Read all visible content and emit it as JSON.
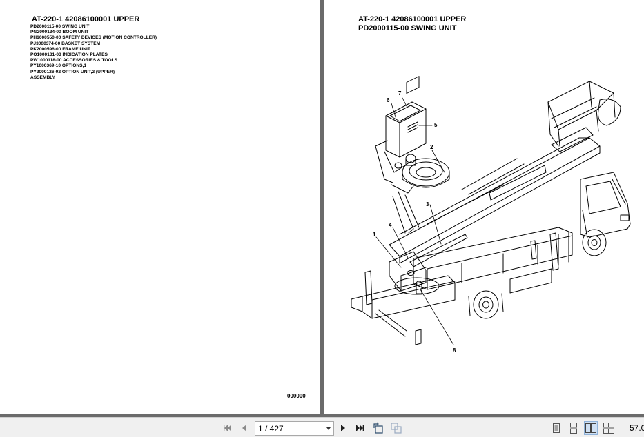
{
  "left_page": {
    "title": "AT-220-1 42086100001 UPPER",
    "toc_items": [
      "PD2000115-00 SWING UNIT",
      "PG2000134-00 BOOM UNIT",
      "PH1000550-00 SAFETY DEVICES (MOTION CONTROLLER)",
      "PJ3000374-00 BASKET SYSTEM",
      "PK2000596-00 FRAME UNIT",
      "PO1000131-03 INDICATION PLATES",
      "PW1000118-00 ACCESSORIES & TOOLS",
      "PY1000369-10 OPTIONS,1",
      "PY2000126-02 OPTION UNIT,2 (UPPER)",
      "ASSEMBLY"
    ],
    "footer_code": "000000"
  },
  "right_page": {
    "title_line1": "AT-220-1 42086100001 UPPER",
    "title_line2": "PD2000115-00 SWING UNIT",
    "callouts": [
      "1",
      "2",
      "3",
      "4",
      "5",
      "6",
      "7",
      "8"
    ]
  },
  "toolbar": {
    "page_indicator": "1 / 427",
    "zoom": "57.0",
    "icons": {
      "first": "first-page-icon",
      "prev": "previous-page-icon",
      "next": "next-page-icon",
      "last": "last-page-icon",
      "rotate": "rotate-icon",
      "copy": "copy-icon",
      "single": "single-page-view-icon",
      "continuous": "continuous-view-icon",
      "facing": "facing-pages-view-icon",
      "facing_cont": "facing-continuous-view-icon"
    }
  }
}
